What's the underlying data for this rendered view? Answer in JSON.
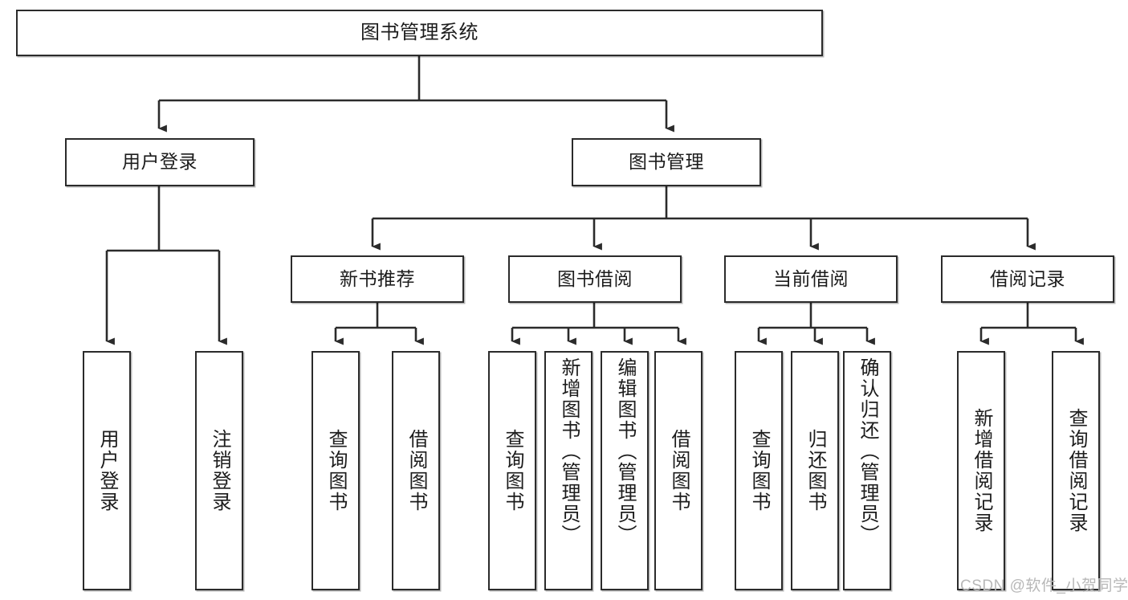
{
  "diagram": {
    "type": "hierarchy-tree",
    "title": "图书管理系统",
    "nodes": {
      "root": {
        "label": "图书管理系统",
        "level": 0
      },
      "user_login": {
        "label": "用户登录",
        "level": 1
      },
      "book_mgmt": {
        "label": "图书管理",
        "level": 1
      },
      "new_book_rec": {
        "label": "新书推荐",
        "level": 2
      },
      "book_borrow": {
        "label": "图书借阅",
        "level": 2
      },
      "current_borrow": {
        "label": "当前借阅",
        "level": 2
      },
      "borrow_record": {
        "label": "借阅记录",
        "level": 2
      },
      "leaf_user_login": {
        "label": "用户登录",
        "level": 3
      },
      "leaf_logout": {
        "label": "注销登录",
        "level": 3
      },
      "leaf_query_book_a": {
        "label": "查询图书",
        "level": 3
      },
      "leaf_borrow_book_a": {
        "label": "借阅图书",
        "level": 3
      },
      "leaf_query_book_b": {
        "label": "查询图书",
        "level": 3
      },
      "leaf_add_book": {
        "label": "新增图书（管理员）",
        "level": 3
      },
      "leaf_edit_book": {
        "label": "编辑图书（管理员）",
        "level": 3
      },
      "leaf_borrow_book_b": {
        "label": "借阅图书",
        "level": 3
      },
      "leaf_query_book_c": {
        "label": "查询图书",
        "level": 3
      },
      "leaf_return_book": {
        "label": "归还图书",
        "level": 3
      },
      "leaf_confirm_return": {
        "label": "确认归还（管理员）",
        "level": 3
      },
      "leaf_add_record": {
        "label": "新增借阅记录",
        "level": 3
      },
      "leaf_query_record": {
        "label": "查询借阅记录",
        "level": 3
      }
    },
    "watermark": "CSDN @软件_小贺同学",
    "colors": {
      "border": "#2b2b2b",
      "fill": "#ffffff",
      "text": "#1c1c1c",
      "watermark": "#b8b8b8"
    }
  }
}
